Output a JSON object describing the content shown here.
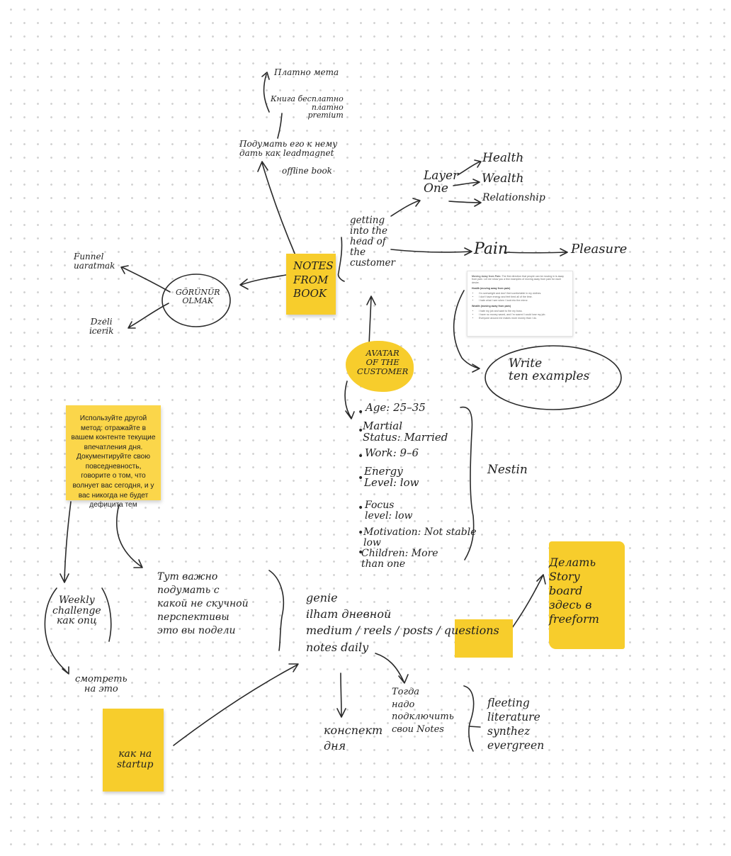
{
  "center": "NOTES\nFROM\nBOOK",
  "top_branch": {
    "item1": "Платно мета",
    "item2": "Книга бесплатно\nплатно\npremium",
    "item3": "Подумать его к нему\nдать как leadmagnet",
    "item4": "offline book"
  },
  "left_branch": {
    "circle": "GÖRÜNÜR\nOLMAK",
    "funnel": "Funnel\nuaratmak",
    "dzeli": "Dzeli\nicerik"
  },
  "getting": "getting\ninto the\nhead of\nthe\ncustomer",
  "layer": {
    "label": "Layer\nOne",
    "items": [
      "Health",
      "Wealth",
      "Relationship"
    ]
  },
  "pain": "Pain",
  "pleasure": "Pleasure",
  "write": "Write\nten examples",
  "doc": {
    "intro_bold": "Moving Away from Pain:",
    "intro": "The first direction that people can be moving in is away from pain. Let me show you a few examples of moving away from pain for each desire.",
    "health_heading": "Health (moving away from pain)",
    "health_items": [
      "I'm overweight and don't feel comfortable in my clothes.",
      "I don't have energy and feel tired all of the time.",
      "I hate what I see when I look into the mirror."
    ],
    "wealth_heading": "Wealth (moving away from pain)",
    "wealth_items": [
      "I hate my job and want to fire my boss.",
      "I have no money saved, and I'm scared I could lose my job.",
      "Everyone around me makes more money than I do."
    ]
  },
  "avatar": "AVATAR\nOF THE\nCUSTOMER",
  "avatar_list": [
    "Age: 25–35",
    "Martial\nStatus: Married",
    "Work: 9–6",
    "Energy\nLevel: low",
    "Focus\nlevel: low",
    "Motivation: Not stable\nlow",
    "Children: More\nthan one"
  ],
  "nestin": "Nestin",
  "sticky_note": "Используйте другой метод: отражайте в вашем контенте текущие впечатления дня. Документируйте свою повседневность, говорите о том, что волнует вас сегодня, и у вас никогда не будет дефицита тем",
  "weekly": "Weekly\nchallenge\nкак опц",
  "smotret": "смотреть\nна это",
  "vazhno": "Тут важно\nподумать с\nкакой не скучной\nперспективы\nэто вы подели",
  "genie": "genie\nilham дневной\nmedium / reels / posts / questions\nnotes daily",
  "konspekt": "конспект\nдня",
  "togda": "Тогда\nнадо\nподключить\nсвои Notes",
  "notes_types": "fleeting\nliterature\nsynthez\nevergreen",
  "sdelat": "Делать\nStory\nboard\nздесь в\nfreeform",
  "startup": "как на\nstartup"
}
